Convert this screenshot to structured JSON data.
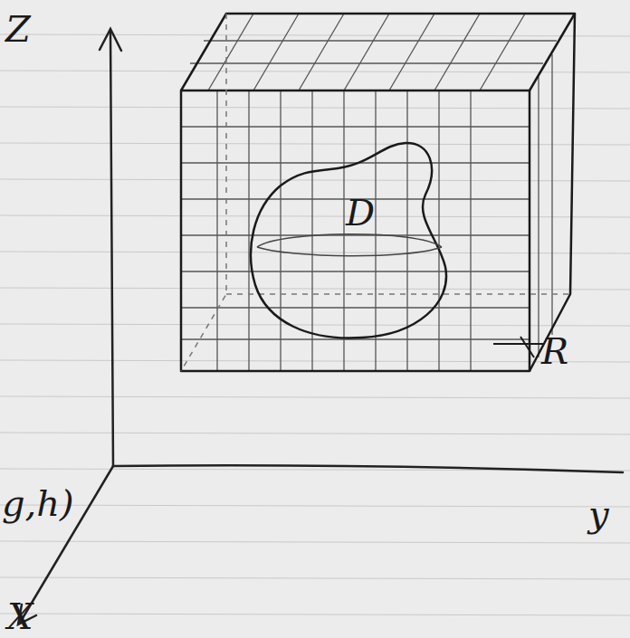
{
  "diagram": {
    "nodes": [
      {
        "text": [
          "R"
        ]
      },
      {
        "text": [
          "D"
        ],
        "in": 0
      }
    ],
    "labels": [
      "Z",
      "g,h)",
      "y",
      "X"
    ]
  }
}
